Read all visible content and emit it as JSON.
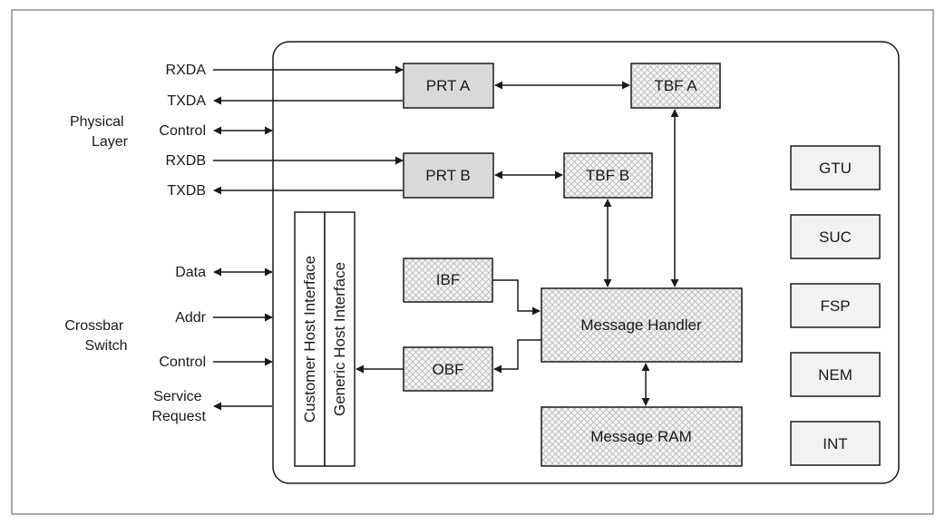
{
  "signals": {
    "physical_layer": [
      "Physical",
      "Layer"
    ],
    "rxda": "RXDA",
    "txda": "TXDA",
    "control_phy": "Control",
    "rxdb": "RXDB",
    "txdb": "TXDB",
    "crossbar_switch": [
      "Crossbar",
      "Switch"
    ],
    "data": "Data",
    "addr": "Addr",
    "control_cb": "Control",
    "service_request": [
      "Service",
      "Request"
    ]
  },
  "blocks": {
    "prt_a": "PRT A",
    "prt_b": "PRT B",
    "tbf_a": "TBF A",
    "tbf_b": "TBF B",
    "ibf": "IBF",
    "obf": "OBF",
    "message_handler": "Message Handler",
    "message_ram": "Message RAM",
    "customer_host_interface": "Customer Host Interface",
    "generic_host_interface": "Generic Host Interface",
    "gtu": "GTU",
    "suc": "SUC",
    "fsp": "FSP",
    "nem": "NEM",
    "int": "INT"
  },
  "colors": {
    "solid_fill": "#d9d9d9",
    "hatch_bg": "#f4f4f4",
    "hatch_line": "#b8b8b8",
    "plain_fill": "#f2f2f2",
    "stroke": "#1a1a1a"
  }
}
